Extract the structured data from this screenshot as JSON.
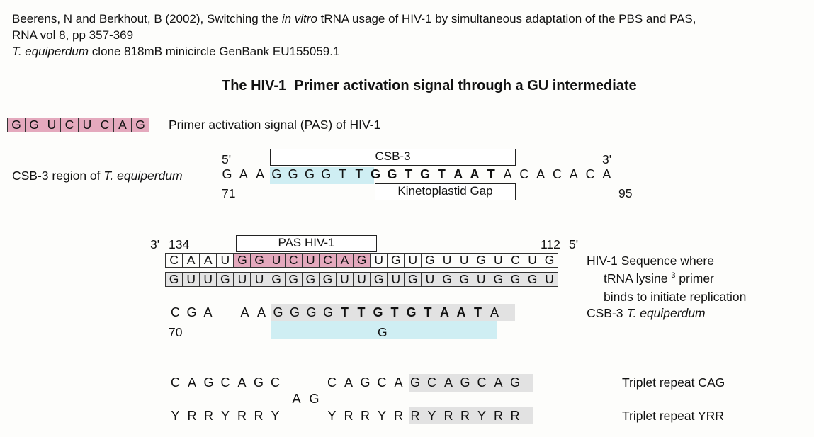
{
  "reference": {
    "line1_a": "Beerens, N and Berkhout, B (2002), Switching the ",
    "line1_italic": "in vitro",
    "line1_b": " tRNA usage of HIV-1 by simultaneous adaptation of the PBS and PAS,",
    "line2": "RNA vol 8, pp 357-369",
    "line3_italic": "T. equiperdum",
    "line3_rest": " clone 818mB minicircle GenBank EU155059.1"
  },
  "title": "The HIV-1  Primer activation signal through a GU intermediate",
  "pas_legend": {
    "letters": [
      "G",
      "G",
      "U",
      "C",
      "U",
      "C",
      "A",
      "G"
    ],
    "label": "Primer activation signal (PAS) of HIV-1"
  },
  "csb3": {
    "label_a": "CSB-3 region of ",
    "label_italic": "T. equiperdum",
    "five_prime": "5'",
    "three_prime": "3'",
    "start_num": "71",
    "end_num": "95",
    "box_top": "CSB-3",
    "box_bottom": "Kinetoplastid Gap",
    "sequence": [
      {
        "c": "G",
        "b": false
      },
      {
        "c": "A",
        "b": false
      },
      {
        "c": "A",
        "b": false
      },
      {
        "c": "G",
        "b": false
      },
      {
        "c": "G",
        "b": false
      },
      {
        "c": "G",
        "b": false
      },
      {
        "c": "G",
        "b": false
      },
      {
        "c": "T",
        "b": false
      },
      {
        "c": "T",
        "b": false
      },
      {
        "c": "G",
        "b": true
      },
      {
        "c": "G",
        "b": true
      },
      {
        "c": "T",
        "b": true
      },
      {
        "c": "G",
        "b": true
      },
      {
        "c": "T",
        "b": true
      },
      {
        "c": "A",
        "b": true
      },
      {
        "c": "A",
        "b": true
      },
      {
        "c": "T",
        "b": true
      },
      {
        "c": "A",
        "b": false
      },
      {
        "c": "C",
        "b": false
      },
      {
        "c": "A",
        "b": false
      },
      {
        "c": "C",
        "b": false
      },
      {
        "c": "A",
        "b": false
      },
      {
        "c": "C",
        "b": false
      },
      {
        "c": "A",
        "b": false
      }
    ]
  },
  "hiv": {
    "three_prime": "3'",
    "start_num": "134",
    "end_num": "112",
    "five_prime": "5'",
    "pas_box": "PAS HIV-1",
    "top_row": [
      "C",
      "A",
      "A",
      "U",
      "G",
      "G",
      "U",
      "C",
      "U",
      "C",
      "A",
      "G",
      "U",
      "G",
      "U",
      "G",
      "U",
      "U",
      "G",
      "U",
      "C",
      "U",
      "G"
    ],
    "bottom_row": [
      "G",
      "U",
      "U",
      "G",
      "U",
      "U",
      "G",
      "G",
      "G",
      "G",
      "U",
      "U",
      "G",
      "U",
      "G",
      "U",
      "G",
      "G",
      "U",
      "G",
      "G",
      "G",
      "U"
    ],
    "desc_line1": "HIV-1 Sequence where",
    "desc_line2a": "tRNA lysine ",
    "desc_sup": "3",
    "desc_line2b": " primer",
    "desc_line3": "binds to initiate replication"
  },
  "csb3_align": {
    "left": [
      "C",
      "G",
      "A"
    ],
    "num": "70",
    "main": [
      {
        "c": "A",
        "b": false
      },
      {
        "c": "A",
        "b": false
      },
      {
        "c": "G",
        "b": false
      },
      {
        "c": "G",
        "b": false
      },
      {
        "c": "G",
        "b": false
      },
      {
        "c": "G",
        "b": false
      },
      {
        "c": "T",
        "b": true
      },
      {
        "c": "T",
        "b": true
      },
      {
        "c": "G",
        "b": true
      },
      {
        "c": "T",
        "b": true
      },
      {
        "c": "G",
        "b": true
      },
      {
        "c": "T",
        "b": true
      },
      {
        "c": "A",
        "b": true
      },
      {
        "c": "A",
        "b": true
      },
      {
        "c": "T",
        "b": true
      },
      {
        "c": "A",
        "b": false
      }
    ],
    "below": "G",
    "label_a": "CSB-3 ",
    "label_italic": "T. equiperdum"
  },
  "triplets": {
    "cag_left": [
      "C",
      "A",
      "G",
      "C",
      "A",
      "G",
      "C"
    ],
    "cag_mid": [
      "A",
      "G"
    ],
    "cag_right": [
      "C",
      "A",
      "G",
      "C",
      "A",
      "G",
      "C",
      "A",
      "G",
      "C",
      "A",
      "G"
    ],
    "cag_label": "Triplet repeat CAG",
    "yrr_left": [
      "Y",
      "R",
      "R",
      "Y",
      "R",
      "R",
      "Y"
    ],
    "yrr_right": [
      "Y",
      "R",
      "R",
      "Y",
      "R",
      "R",
      "Y",
      "R",
      "R",
      "Y",
      "R",
      "R"
    ],
    "yrr_label": "Triplet repeat YRR"
  }
}
